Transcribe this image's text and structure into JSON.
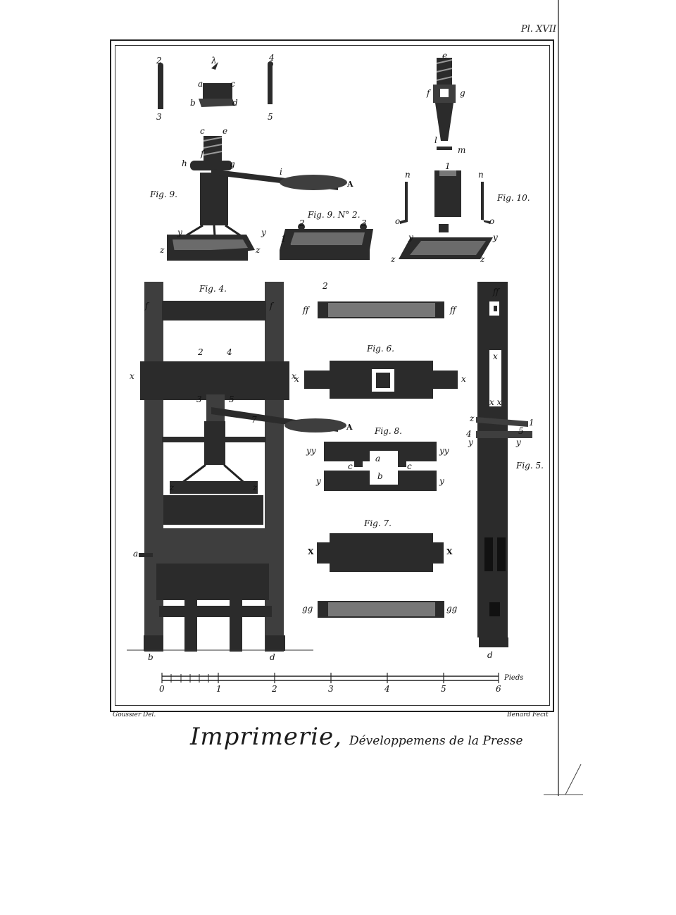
{
  "plate": {
    "number": "Pl. XVII",
    "title": "Imprimerie,",
    "subtitle": "Développemens de la Presse",
    "draughtsman": "Goussier Del.",
    "engraver": "Benard Fecit"
  },
  "figures": {
    "fig4": "Fig. 4.",
    "fig5": "Fig. 5.",
    "fig6": "Fig. 6.",
    "fig7": "Fig. 7.",
    "fig8": "Fig. 8.",
    "fig9": "Fig. 9.",
    "fig9_n2": "Fig. 9. N° 2.",
    "fig10": "Fig. 10."
  },
  "letters": {
    "A": "A",
    "a": "a",
    "b": "b",
    "c": "c",
    "d": "d",
    "e": "e",
    "f": "f",
    "g": "g",
    "h": "h",
    "i": "i",
    "l": "l",
    "m": "m",
    "n": "n",
    "o": "o",
    "x": "x",
    "X": "X",
    "y": "y",
    "yy": "yy",
    "z": "z",
    "ff": "ff",
    "gg": "gg",
    "xx": "x x",
    "lambda": "λ"
  },
  "numbers": {
    "n1": "1",
    "n2": "2",
    "n3": "3",
    "n4": "4",
    "n5": "5",
    "n6": "6",
    "n7": "7",
    "n0": "0"
  },
  "scale": {
    "ticks": [
      "0",
      "1",
      "2",
      "3",
      "4",
      "5",
      "6"
    ],
    "unit": "Pieds"
  }
}
